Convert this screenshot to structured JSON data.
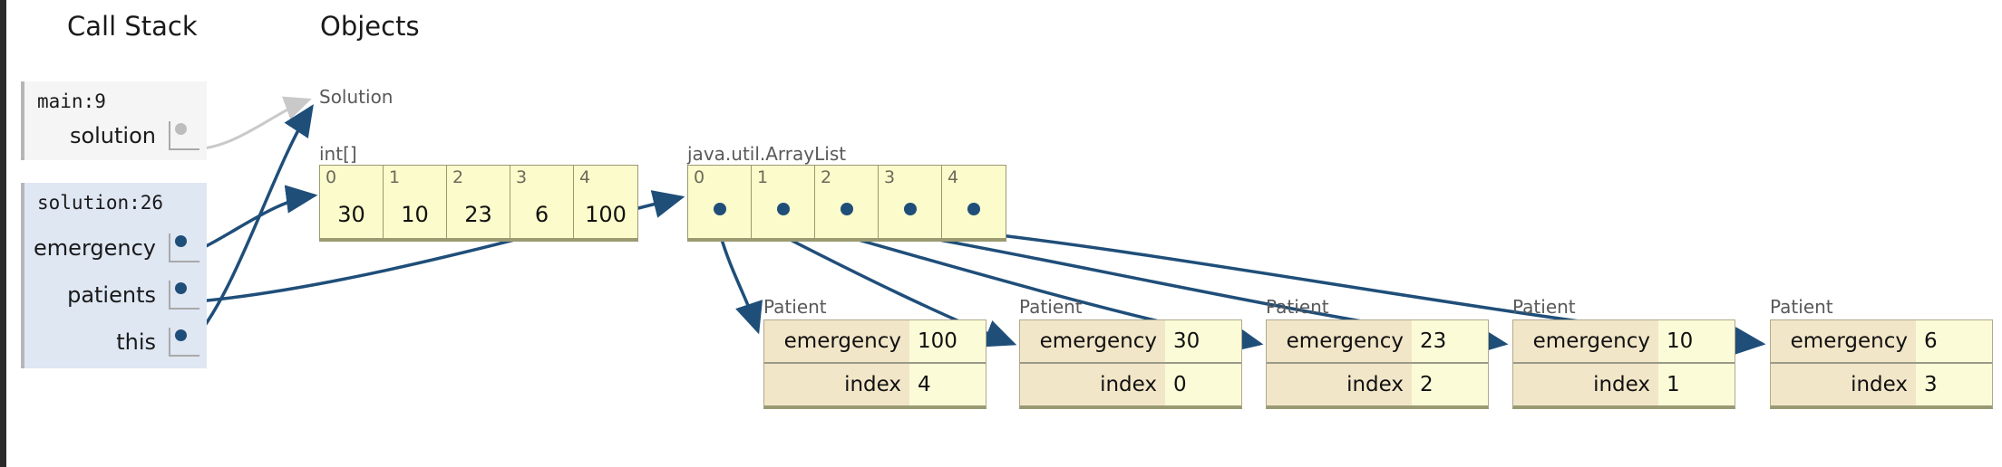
{
  "headings": {
    "call_stack": "Call Stack",
    "objects": "Objects"
  },
  "call_stack": {
    "frames": [
      {
        "title": "main:9",
        "state": "inactive",
        "variables": [
          {
            "name": "solution",
            "ref_color": "#bdbdbd",
            "points_to": "Solution"
          }
        ]
      },
      {
        "title": "solution:26",
        "state": "active",
        "variables": [
          {
            "name": "emergency",
            "ref_color": "#1f4e79",
            "points_to": "int[]"
          },
          {
            "name": "patients",
            "ref_color": "#1f4e79",
            "points_to": "java.util.ArrayList"
          },
          {
            "name": "this",
            "ref_color": "#1f4e79",
            "points_to": "Solution"
          }
        ]
      }
    ]
  },
  "objects": {
    "solution_object": {
      "label": "Solution"
    },
    "int_array": {
      "label": "int[]",
      "indices": [
        "0",
        "1",
        "2",
        "3",
        "4"
      ],
      "values": [
        "30",
        "10",
        "23",
        "6",
        "100"
      ]
    },
    "array_list": {
      "label": "java.util.ArrayList",
      "indices": [
        "0",
        "1",
        "2",
        "3",
        "4"
      ],
      "values": [
        "ref",
        "ref",
        "ref",
        "ref",
        "ref"
      ]
    },
    "patients": [
      {
        "label": "Patient",
        "fields": [
          {
            "key": "emergency",
            "value": "100"
          },
          {
            "key": "index",
            "value": "4"
          }
        ]
      },
      {
        "label": "Patient",
        "fields": [
          {
            "key": "emergency",
            "value": "30"
          },
          {
            "key": "index",
            "value": "0"
          }
        ]
      },
      {
        "label": "Patient",
        "fields": [
          {
            "key": "emergency",
            "value": "23"
          },
          {
            "key": "index",
            "value": "2"
          }
        ]
      },
      {
        "label": "Patient",
        "fields": [
          {
            "key": "emergency",
            "value": "10"
          },
          {
            "key": "index",
            "value": "1"
          }
        ]
      },
      {
        "label": "Patient",
        "fields": [
          {
            "key": "emergency",
            "value": "6"
          },
          {
            "key": "index",
            "value": "3"
          }
        ]
      }
    ]
  },
  "colors": {
    "arrow_blue": "#1f4e79",
    "arrow_grey": "#c9c9c9",
    "frame_active_bg": "#dfe7f3",
    "frame_inactive_bg": "#f5f5f5",
    "array_bg": "#fbfbcb",
    "record_key_bg": "#f2e6c8",
    "record_value_bg": "#fbfbd8"
  }
}
